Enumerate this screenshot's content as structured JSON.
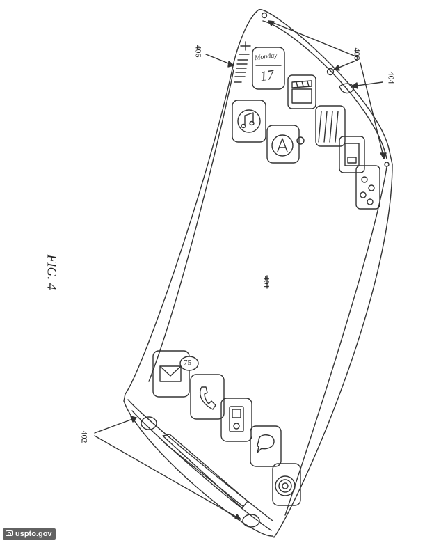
{
  "figure": {
    "label": "FIG. 4"
  },
  "references": {
    "display": "401",
    "device_front": "402",
    "device_back": "404",
    "volume_buttons": "406",
    "sensor": "408"
  },
  "apps": {
    "calendar_day": "Monday",
    "calendar_date": "17",
    "mail_badge": "75"
  },
  "watermark": {
    "text": "uspto.gov"
  },
  "colors": {
    "line": "#333333",
    "background": "#ffffff"
  }
}
